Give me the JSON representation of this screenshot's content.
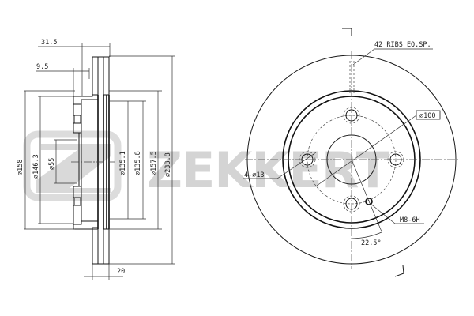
{
  "watermark": {
    "brand": "ZEKKERT",
    "color": "#d4d4d4"
  },
  "side_view": {
    "dims": {
      "overall_width": "31.5",
      "hat_offset": "9.5",
      "disc_thickness": "20",
      "d_outer_hub": "⌀158",
      "d_hub_face": "⌀146.3",
      "d_center_bore": "⌀55",
      "d_inner_1": "⌀135.1",
      "d_inner_2": "⌀135.8",
      "d_friction_inner": "⌀157.5",
      "d_outer": "⌀238.8"
    }
  },
  "front_view": {
    "ribs_label": "42 RIBS EQ.SP.",
    "pcd_label": "⌀100",
    "bolt_holes_label": "4-⌀13",
    "thread_label": "M8-6H",
    "angle_label": "22.5°"
  }
}
